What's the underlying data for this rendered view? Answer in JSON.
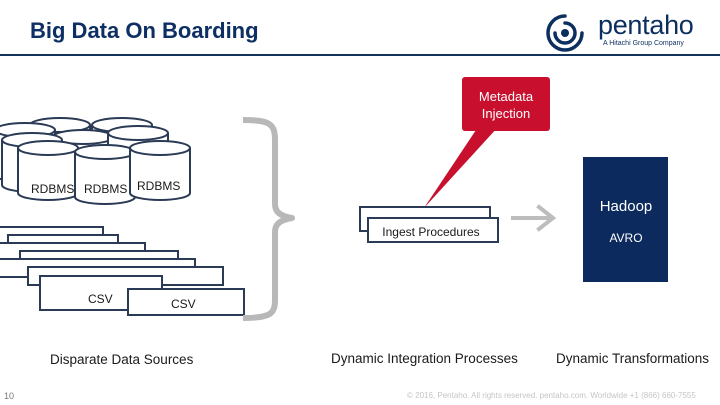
{
  "slide": {
    "title": "Big Data On Boarding",
    "page_number": "10",
    "footer": "© 2016, Pentaho. All rights reserved. pentaho.com. Worldwide +1 (866) 660-7555"
  },
  "logo": {
    "wordmark": "pentaho",
    "tagline": "A Hitachi Group Company"
  },
  "sources": {
    "db_label": "RDBMS",
    "csv_label": "CSV",
    "caption": "Disparate Data Sources"
  },
  "metadata": {
    "line1": "Metadata",
    "line2": "Injection",
    "color": "#c8102e"
  },
  "ingest": {
    "label": "Ingest Procedures",
    "caption": "Dynamic Integration Processes"
  },
  "hadoop": {
    "title": "Hadoop",
    "format": "AVRO",
    "color": "#0d2a5e",
    "caption": "Dynamic Transformations"
  },
  "colors": {
    "title": "#0d2f63",
    "border": "#2b3a55",
    "bracket": "#b8b8b8"
  }
}
